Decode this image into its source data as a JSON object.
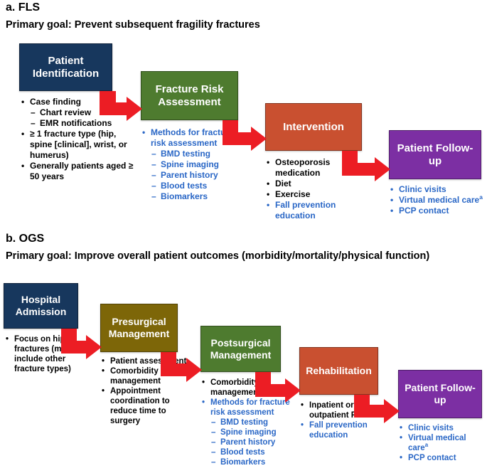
{
  "palette": {
    "navy": "#17375d",
    "olive": "#7d6608",
    "green": "#4e7b2f",
    "orange": "#c95030",
    "purple": "#7c2fa3",
    "arrow_red": "#ec1d24",
    "bullet_blue": "#2a67c6",
    "text_black": "#000000"
  },
  "sections": [
    {
      "label": "a. FLS",
      "goal": "Primary goal: Prevent subsequent fragility fractures",
      "steps": [
        {
          "title": "Patient Identification",
          "color": "#17375d",
          "bullets": [
            {
              "t": "Case finding",
              "lv": 1,
              "c": "black"
            },
            {
              "t": "Chart review",
              "lv": 2,
              "c": "black"
            },
            {
              "t": "EMR notifications",
              "lv": 2,
              "c": "black"
            },
            {
              "t": "≥ 1 fracture type (hip, spine [clinical], wrist, or humerus)",
              "lv": 1,
              "c": "black"
            },
            {
              "t": "Generally patients aged ≥ 50 years",
              "lv": 1,
              "c": "black"
            }
          ]
        },
        {
          "title": "Fracture Risk Assessment",
          "color": "#4e7b2f",
          "bullets": [
            {
              "t": "Methods for fracture risk assessment",
              "lv": 1,
              "c": "blue"
            },
            {
              "t": "BMD testing",
              "lv": 2,
              "c": "blue"
            },
            {
              "t": "Spine imaging",
              "lv": 2,
              "c": "blue"
            },
            {
              "t": "Parent history",
              "lv": 2,
              "c": "blue"
            },
            {
              "t": "Blood tests",
              "lv": 2,
              "c": "blue"
            },
            {
              "t": "Biomarkers",
              "lv": 2,
              "c": "blue"
            }
          ]
        },
        {
          "title": "Intervention",
          "color": "#c95030",
          "bullets": [
            {
              "t": "Osteoporosis medication",
              "lv": 1,
              "c": "black"
            },
            {
              "t": "Diet",
              "lv": 1,
              "c": "black"
            },
            {
              "t": "Exercise",
              "lv": 1,
              "c": "black"
            },
            {
              "t": "Fall prevention education",
              "lv": 1,
              "c": "blue"
            }
          ]
        },
        {
          "title": "Patient Follow-up",
          "color": "#7c2fa3",
          "bullets": [
            {
              "t": "Clinic visits",
              "lv": 1,
              "c": "blue"
            },
            {
              "t": "Virtual medical care",
              "sup": "a",
              "lv": 1,
              "c": "blue"
            },
            {
              "t": "PCP contact",
              "lv": 1,
              "c": "blue"
            }
          ]
        }
      ]
    },
    {
      "label": "b. OGS",
      "goal": "Primary goal: Improve overall patient outcomes (morbidity/mortality/physical function)",
      "steps": [
        {
          "title": "Hospital Admission",
          "color": "#17375d",
          "bullets": [
            {
              "t": "Focus on hip fractures (may include other fracture types)",
              "lv": 1,
              "c": "black"
            }
          ]
        },
        {
          "title": "Presurgical Management",
          "color": "#7d6608",
          "bullets": [
            {
              "t": "Patient assessment",
              "lv": 1,
              "c": "black"
            },
            {
              "t": "Comorbidity management",
              "lv": 1,
              "c": "black"
            },
            {
              "t": "Appointment coordination to reduce time to surgery",
              "lv": 1,
              "c": "black"
            }
          ]
        },
        {
          "title": "Postsurgical Management",
          "color": "#4e7b2f",
          "bullets": [
            {
              "t": "Comorbidity management",
              "lv": 1,
              "c": "black"
            },
            {
              "t": "Methods for fracture risk assessment",
              "lv": 1,
              "c": "blue"
            },
            {
              "t": "BMD testing",
              "lv": 2,
              "c": "blue"
            },
            {
              "t": "Spine imaging",
              "lv": 2,
              "c": "blue"
            },
            {
              "t": "Parent history",
              "lv": 2,
              "c": "blue"
            },
            {
              "t": "Blood tests",
              "lv": 2,
              "c": "blue"
            },
            {
              "t": "Biomarkers",
              "lv": 2,
              "c": "blue"
            }
          ]
        },
        {
          "title": "Rehabilitation",
          "color": "#c95030",
          "bullets": [
            {
              "t": "Inpatient or outpatient PT",
              "lv": 1,
              "c": "black"
            },
            {
              "t": "Fall prevention education",
              "lv": 1,
              "c": "blue"
            }
          ]
        },
        {
          "title": "Patient Follow-up",
          "color": "#7c2fa3",
          "bullets": [
            {
              "t": "Clinic visits",
              "lv": 1,
              "c": "blue"
            },
            {
              "t": "Virtual medical care",
              "sup": "a",
              "lv": 1,
              "c": "blue"
            },
            {
              "t": "PCP contact",
              "lv": 1,
              "c": "blue"
            }
          ]
        }
      ]
    }
  ]
}
